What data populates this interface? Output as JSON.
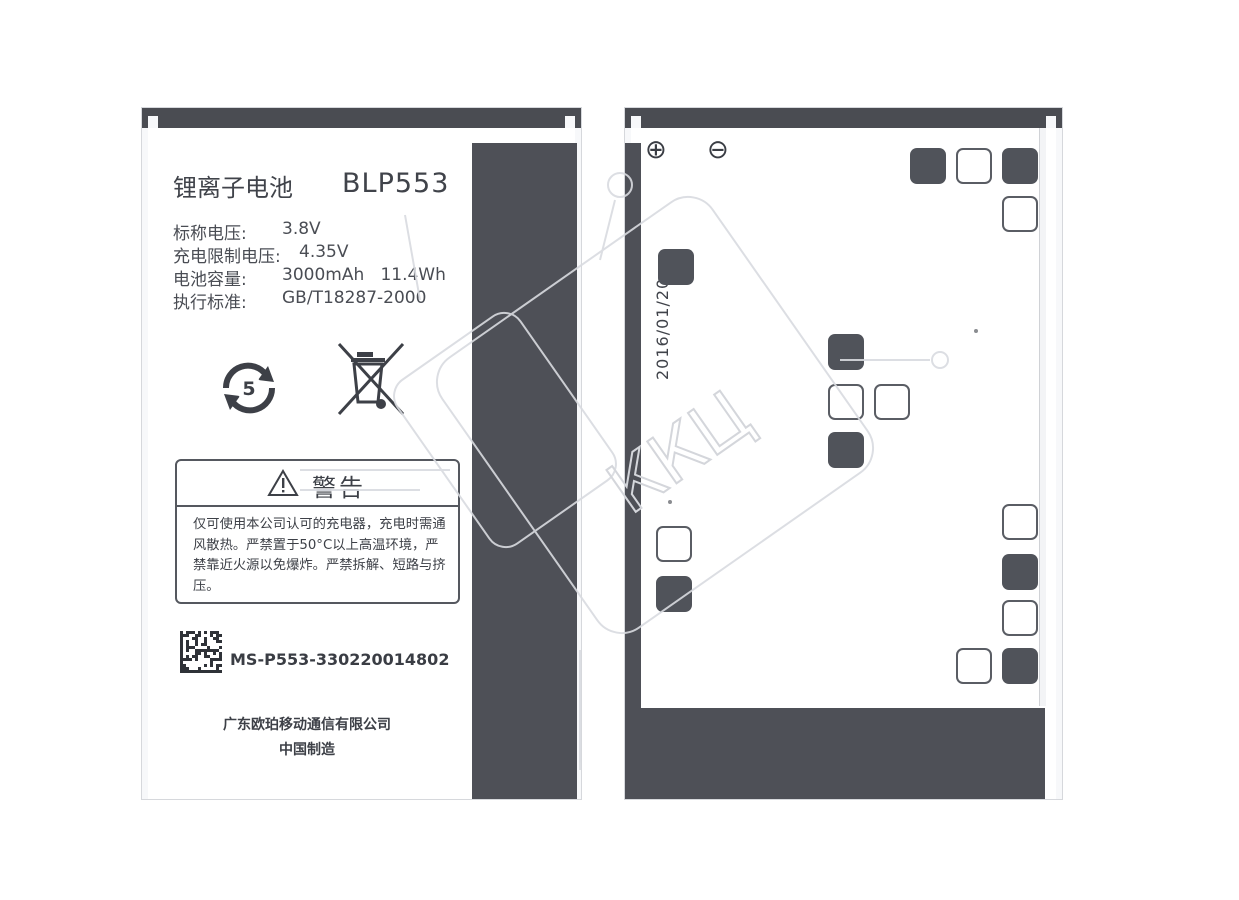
{
  "front": {
    "chemistry_label": "锂离子电池",
    "model": "BLP553",
    "specs": [
      {
        "label": "标称电压:",
        "value": "3.8V"
      },
      {
        "label": "充电限制电压:",
        "value": "4.35V"
      },
      {
        "label": "电池容量:",
        "value": "3000mAh   11.4Wh"
      },
      {
        "label": "执行标准:",
        "value": "GB/T18287-2000"
      }
    ],
    "eco_badge_number": "5",
    "warning": {
      "title": "警告",
      "text": "仅可使用本公司认可的充电器，充电时需通风散热。严禁置于50°C以上高温环境，严禁靠近火源以免爆炸。严禁拆解、短路与挤压。"
    },
    "serial": "MS-P553-330220014802",
    "manufacturer": "广东欧珀移动通信有限公司",
    "origin": "中国制造"
  },
  "back": {
    "plus_symbol": "⊕",
    "minus_symbol": "⊖",
    "date": "2016/01/20"
  },
  "watermark": {
    "text": "ККЦ"
  },
  "colors": {
    "dark_bar": "#4e5057",
    "label_white": "#ffffff",
    "text": "#3a3d44"
  }
}
